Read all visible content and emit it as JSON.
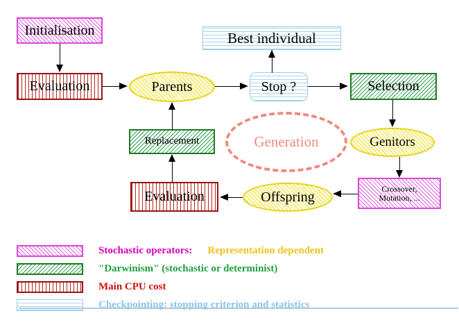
{
  "diagram": {
    "title": "Evolutionary Algorithm Cycle",
    "nodes": {
      "initialisation": "Initialisation",
      "evaluation_top": "Evaluation",
      "parents": "Parents",
      "best_individual": "Best individual",
      "stop": "Stop ?",
      "selection": "Selection",
      "replacement": "Replacement",
      "generation": "Generation",
      "genitors": "Genitors",
      "crossover": "Crossover,\nMutation, ...",
      "evaluation_bottom": "Evaluation",
      "offspring": "Offspring"
    }
  },
  "legend": {
    "rows": [
      {
        "swatch": "magenta-diagonal-hatch",
        "text": "Stochastic operators:",
        "text2": "Representation dependent",
        "color": "#d400b8",
        "color2": "#f0c21a"
      },
      {
        "swatch": "green-diagonal-hatch",
        "text": "\"Darwinism\" (stochastic or determinist)",
        "text2": "",
        "color": "#1f9f3f",
        "color2": ""
      },
      {
        "swatch": "red-vertical-hatch",
        "text": "Main CPU cost",
        "text2": "",
        "color": "#d01010",
        "color2": ""
      },
      {
        "swatch": "blue-horizontal-hatch",
        "text": "Checkpointing: stopping criterion and statistics",
        "text2": "",
        "color": "#8fc3e5",
        "color2": ""
      }
    ]
  },
  "colors": {
    "magenta": "#dd44dd",
    "green": "#1f7a1f",
    "dark_red": "#9c1212",
    "light_blue": "#9ecae8",
    "yellow": "#e8d21a",
    "salmon": "#ee8a7e",
    "arrow_black": "#000000"
  }
}
